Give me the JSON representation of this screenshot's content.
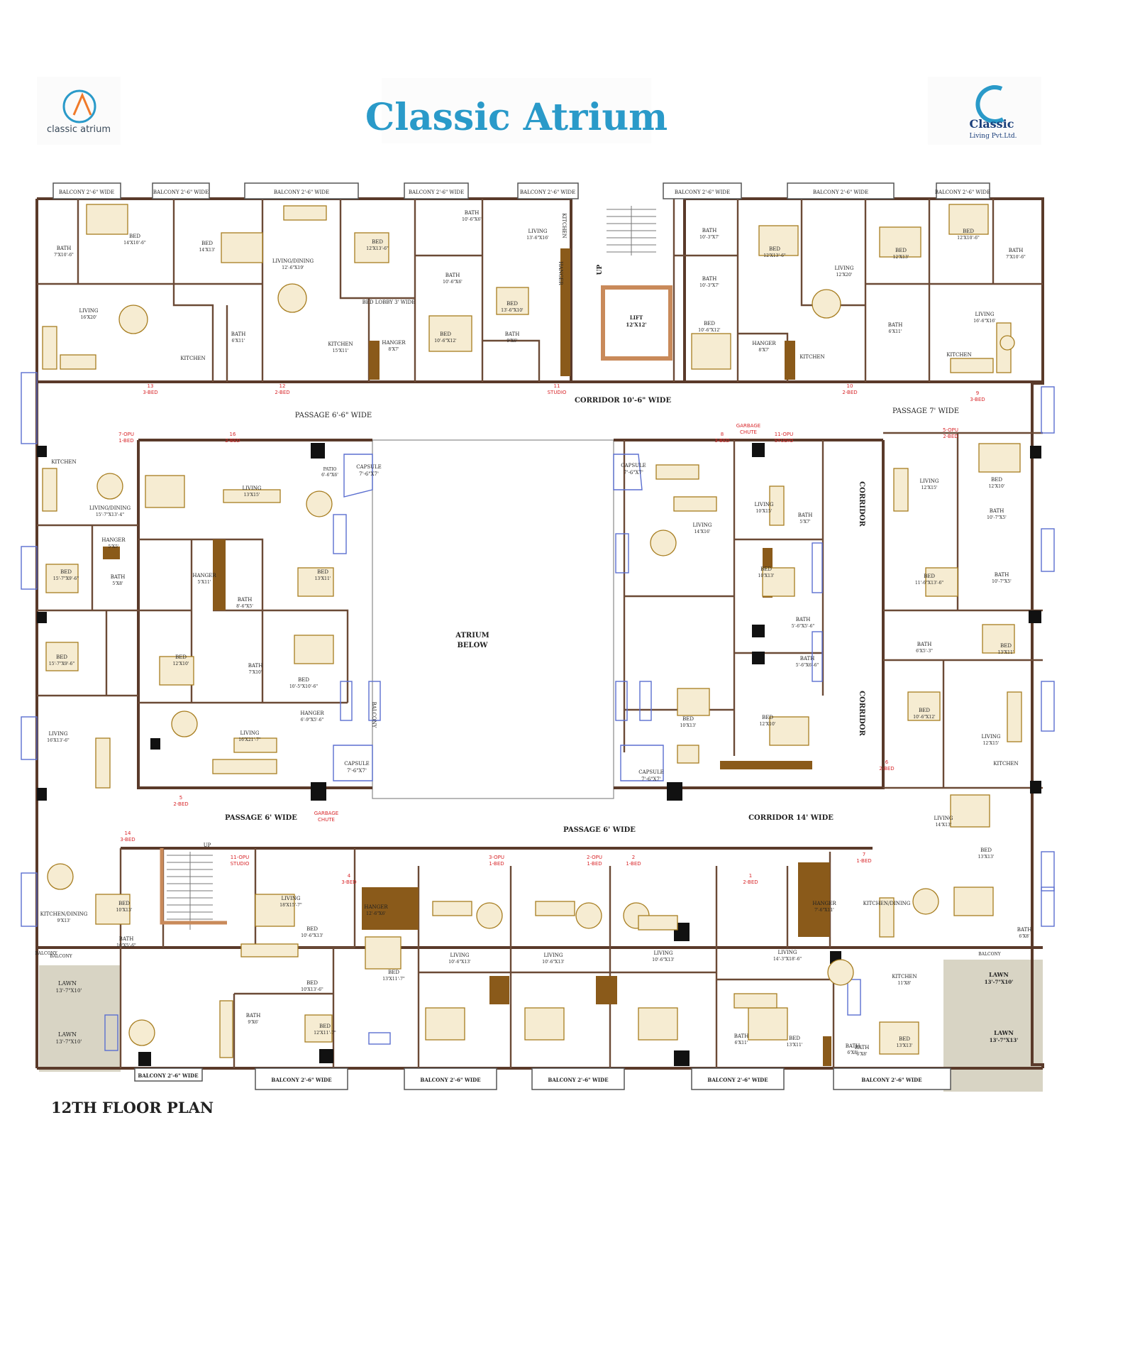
{
  "header": {
    "left_logo_text": "classic atrium",
    "left_logo_mark": "CA",
    "title": "Classic Atrium",
    "right_logo_text": "Classic",
    "right_logo_sub": "Living Pvt.Ltd."
  },
  "plan_title": "12TH FLOOR PLAN",
  "colors": {
    "title": "#2a9ac9",
    "wall": "#5a3a2a",
    "furniture": "#a77d1f",
    "red_label": "#d8262a",
    "glass": "#5b6fd0"
  },
  "top_balconies": [
    "BALCONY 2'-6\" WIDE",
    "BALCONY 2'-6\" WIDE",
    "BALCONY 2'-6\" WIDE",
    "BALCONY 2'-6\" WIDE",
    "BALCONY 2'-6\" WIDE",
    "BALCONY 2'-6\" WIDE",
    "BALCONY 2'-6\" WIDE",
    "BALCONY 2'-6\" WIDE"
  ],
  "bottom_balconies": [
    "BALCONY 2'-6\" WIDE",
    "BALCONY 2'-6\" WIDE",
    "BALCONY 2'-6\" WIDE",
    "BALCONY 2'-6\" WIDE",
    "BALCONY 2'-6\" WIDE",
    "BALCONY 2'-6\" WIDE"
  ],
  "circulation": {
    "passage_top_left": "PASSAGE 6'-6\" WIDE",
    "corridor_top": "CORRIDOR 10'-6\" WIDE",
    "passage_top_right": "PASSAGE 7' WIDE",
    "passage_left_bottom": "PASSAGE 6' WIDE",
    "passage_bottom_center": "PASSAGE 6' WIDE",
    "corridor_bottom_right": "CORRIDOR 14' WIDE",
    "corridor_right_1": "CORRIDOR",
    "corridor_right_2": "CORRIDOR",
    "atrium_line1": "ATRIUM",
    "atrium_line2": "BELOW",
    "up_top": "UP",
    "up_bottom": "UP",
    "lift": "LIFT",
    "lift_size": "12'X12'"
  },
  "features": {
    "garbage_chute_top_line1": "GARBAGE",
    "garbage_chute_top_line2": "CHUTE",
    "garbage_chute_bottom_line1": "GARBAGE",
    "garbage_chute_bottom_line2": "CHUTE",
    "capsule_tl": "CAPSULE",
    "capsule_tl_size": "7'-6\"X7'",
    "capsule_tr": "CAPSULE",
    "capsule_tr_size": "7'-6\"X7'",
    "capsule_bl": "CAPSULE",
    "capsule_bl_size": "7'-6\"X7'",
    "capsule_br": "CAPSULE",
    "capsule_br_size": "7'-6\"X7'",
    "patio": "PATIO",
    "patio_size": "6'-6\"X6'",
    "lawn_1": "LAWN",
    "lawn_1_size": "13'-7\"X10'",
    "lawn_2": "LAWN",
    "lawn_2_size": "13'-7\"X10'",
    "lawn_3": "LAWN",
    "lawn_3_size": "13'-7\"X10'",
    "lawn_4": "LAWN",
    "lawn_4_size": "13'-7\"X13'"
  },
  "unit_tags": [
    {
      "num": "13",
      "type": "3-BED"
    },
    {
      "num": "12",
      "type": "2-BED"
    },
    {
      "num": "11",
      "type": "STUDIO"
    },
    {
      "num": "10",
      "type": "2-BED"
    },
    {
      "num": "9",
      "type": "3-BED"
    },
    {
      "num": "7-OPU",
      "type": "1-BED"
    },
    {
      "num": "16",
      "type": "2-BED"
    },
    {
      "num": "8",
      "type": "3-BED"
    },
    {
      "num": "11-OPU",
      "type": "STUDIO"
    },
    {
      "num": "5-OPU",
      "type": "2-BED"
    },
    {
      "num": "6",
      "type": "2-BED"
    },
    {
      "num": "5",
      "type": "2-BED"
    },
    {
      "num": "14",
      "type": "3-BED"
    },
    {
      "num": "11-OPU",
      "type": "STUDIO"
    },
    {
      "num": "4",
      "type": "3-BED"
    },
    {
      "num": "3-OPU",
      "type": "1-BED"
    },
    {
      "num": "2-OPU",
      "type": "1-BED"
    },
    {
      "num": "2",
      "type": "1-BED"
    },
    {
      "num": "1",
      "type": "2-BED"
    },
    {
      "num": "7",
      "type": "1-BED"
    }
  ],
  "rooms": {
    "r1": "BATH",
    "r1s": "7'X10'-6\"",
    "r2": "BED",
    "r2s": "14'X10'-6\"",
    "r3": "BED",
    "r3s": "14'X13'",
    "r4": "LIVING",
    "r4s": "16'X20'",
    "r5": "KITCHEN",
    "r6": "BATH",
    "r6s": "6'X11'",
    "r7": "LIVING/DINING",
    "r7s": "12'-6\"X19'",
    "r8": "BED",
    "r8s": "12'X13'-6\"",
    "r9": "BED LOBBY 3' WIDE",
    "r10": "KITCHEN",
    "r10s": "15'X11'",
    "r11": "HANGER",
    "r11s": "8'X7'",
    "r12": "BATH",
    "r12s": "10'-6\"X6'",
    "r13": "BATH",
    "r13s": "10'-6\"X6'",
    "r14": "BED",
    "r14s": "10'-6\"X12'",
    "r15": "LIVING",
    "r15s": "13'-6\"X16'",
    "r16": "BED",
    "r16s": "13'-6\"X10'",
    "r17": "BATH",
    "r17s": "9'X6'",
    "r18": "KITCHEN",
    "r19": "HANGER",
    "r20": "BATH",
    "r20s": "10'-3\"X7'",
    "r21": "BATH",
    "r21s": "10'-3\"X7'",
    "r22": "BED",
    "r22s": "10'-6\"X12'",
    "r23": "HANGER",
    "r23s": "8'X7'",
    "r24": "KITCHEN",
    "r25": "BED",
    "r25s": "12'X13'-6\"",
    "r26": "LIVING",
    "r26s": "12'X20'",
    "r27": "BED",
    "r27s": "12'X13'",
    "r28": "BATH",
    "r28s": "7'X10'-6\"",
    "r29": "BED",
    "r29s": "12'X10'-6\"",
    "r30": "LIVING",
    "r30s": "16'-6\"X16'",
    "r31": "BATH",
    "r31s": "6'X11'",
    "r32": "KITCHEN",
    "r33": "KITCHEN",
    "r34": "LIVING/DINING",
    "r34s": "15'-7\"X13'-4\"",
    "r35": "HANGER",
    "r35s": "5'X5'",
    "r36": "BATH",
    "r36s": "5'X8'",
    "r37": "BED",
    "r37s": "15'-7\"X9'-6\"",
    "r38": "BED",
    "r38s": "15'-7\"X9'-6\"",
    "r39": "LIVING",
    "r39s": "13'X15'",
    "r40": "HANGER",
    "r40s": "5'X11'",
    "r41": "BATH",
    "r41s": "8'-6\"X5'",
    "r42": "BED",
    "r42s": "13'X11'",
    "r43": "BED",
    "r43s": "12'X10'",
    "r44": "BATH",
    "r44s": "7'X10'",
    "r45": "BED",
    "r45s": "10'-5\"X10'-6\"",
    "r46": "HANGER",
    "r46s": "6'-9\"X5'-6\"",
    "r47": "LIVING",
    "r47s": "16'X21'-7\"",
    "r48": "LIVING",
    "r48s": "16'X13'-6\"",
    "r49": "BALCONY",
    "r50": "BALCONY",
    "r51": "LIVING",
    "r51s": "14'X16'",
    "r52": "LIVING",
    "r52s": "10'X15'",
    "r53": "BATH",
    "r53s": "5'X7'",
    "r54": "BED",
    "r54s": "10'X13'",
    "r55": "BATH",
    "r55s": "5'-6\"X5'-6\"",
    "r56": "BATH",
    "r56s": "5'-6\"X6'-6\"",
    "r57": "BED",
    "r57s": "12'X10'",
    "r58": "BED",
    "r58s": "10'X13'",
    "r59": "LIVING",
    "r59s": "12'X15'",
    "r60": "BED",
    "r60s": "12'X10'",
    "r61": "BATH",
    "r61s": "10'-7\"X5'",
    "r62": "BED",
    "r62s": "11'-6\"X13'-6\"",
    "r63": "BATH",
    "r63s": "10'-7\"X5'",
    "r64": "BATH",
    "r64s": "6'X5'-3\"",
    "r65": "BED",
    "r65s": "13'X11'",
    "r66": "BED",
    "r66s": "10'-6\"X12'",
    "r67": "LIVING",
    "r67s": "12'X15'",
    "r68": "KITCHEN",
    "r69": "BED",
    "r69s": "13'X13'",
    "r70": "LIVING",
    "r70s": "14'X13'",
    "r71": "KITCHEN/DINING",
    "r72": "BATH",
    "r72s": "6'X8'",
    "r73": "KITCHEN/DINING",
    "r73s": "9'X13'",
    "r74": "BED",
    "r74s": "10'X13'",
    "r75": "BATH",
    "r75s": "10'X5'-6\"",
    "r76": "LIVING",
    "r76s": "18'X15'-7\"",
    "r77": "BED",
    "r77s": "10'-6\"X13'",
    "r78": "BED",
    "r78s": "10'X13'-6\"",
    "r79": "HANGER",
    "r79s": "12'-6\"X6'",
    "r80": "BED",
    "r80s": "13'X11'-7\"",
    "r81": "LIVING",
    "r81s": "10'-6\"X13'",
    "r82": "LIVING",
    "r82s": "10'-6\"X13'",
    "r83": "LIVING",
    "r83s": "10'-6\"X13'",
    "r84": "HANGER",
    "r84s": "7'-6\"X11'",
    "r85": "LIVING",
    "r85s": "14'-3\"X18'-6\"",
    "r86": "KITCHEN",
    "r86s": "11'X8'",
    "r87": "BED",
    "r87s": "13'X11'",
    "r88": "BED",
    "r88s": "13'X13'",
    "r89": "BATH",
    "r89s": "6'X11'",
    "r90": "BATH",
    "r90s": "6'X8'",
    "r91": "BED",
    "r91s": "12'X11'-7\"",
    "r92": "BATH",
    "r92s": "9'X6'",
    "r93": "BALCONY",
    "r94": "BALCONY",
    "r95": "BATH",
    "r95s": "6'X8'"
  }
}
